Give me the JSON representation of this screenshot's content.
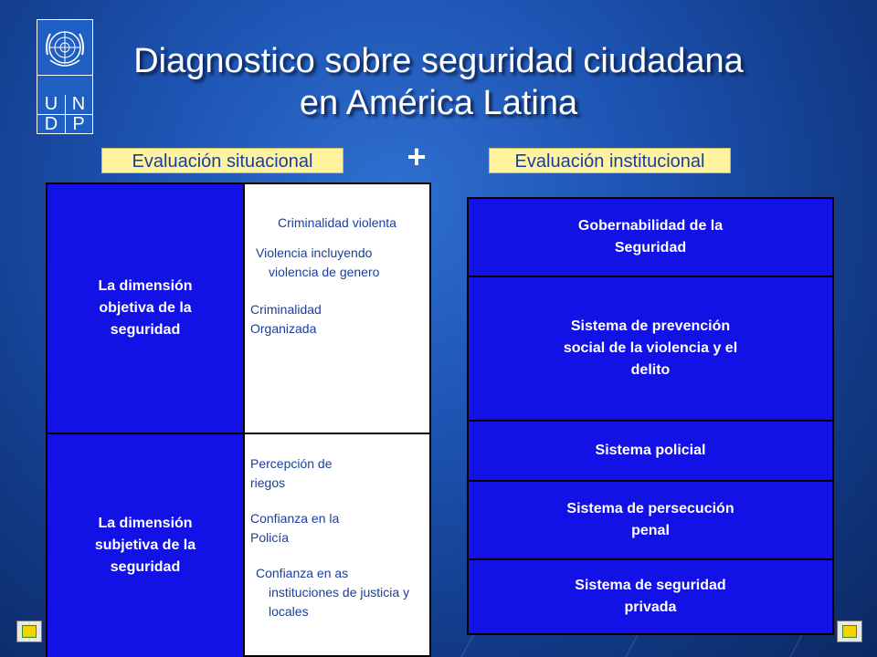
{
  "logo": {
    "letters": [
      "U",
      "N",
      "D",
      "P"
    ],
    "icon": "un-emblem-icon"
  },
  "title": {
    "line1": "Diagnostico sobre seguridad ciudadana",
    "line2": "en América Latina"
  },
  "labels": {
    "left": "Evaluación situacional",
    "plus": "+",
    "right": "Evaluación institucional"
  },
  "left_table": {
    "rows": [
      {
        "heading": "La dimensión objetiva de la seguridad",
        "items": [
          "Criminalidad violenta",
          "Violencia incluyendo violencia de genero",
          "Criminalidad Organizada"
        ]
      },
      {
        "heading": "La dimensión subjetiva de la seguridad",
        "items": [
          "Percepción de riegos",
          "Confianza en la Policía",
          "Confianza en as instituciones de justicia y locales"
        ]
      }
    ]
  },
  "right_table": {
    "items": [
      "Gobernabilidad de la Seguridad",
      "Sistema de prevención social de la violencia y el delito",
      "Sistema policial",
      "Sistema de persecución penal",
      "Sistema de seguridad privada"
    ]
  },
  "nav": {
    "prev_icon": "previous-slide-icon",
    "next_icon": "next-slide-icon"
  },
  "colors": {
    "background": "#1c52b0",
    "label_bg": "#fff3a0",
    "cell_blue": "#1212e6",
    "text_blue": "#1b3e9c"
  }
}
